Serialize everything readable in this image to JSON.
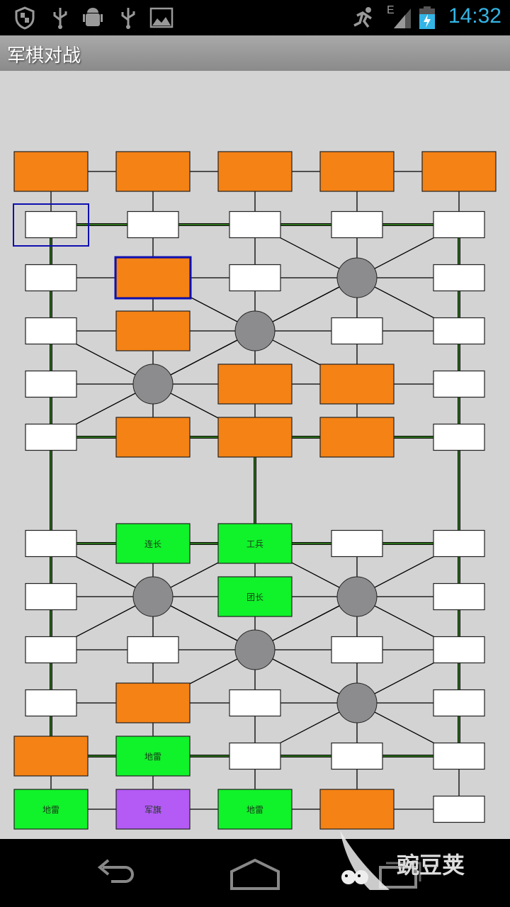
{
  "status_bar": {
    "left_icons": [
      "shield-icon",
      "usb-icon",
      "android-debug-icon",
      "usb-icon",
      "image-icon"
    ],
    "right_icons": [
      "running-man-icon",
      "signal-e-icon",
      "battery-charging-icon"
    ],
    "network_type": "E",
    "time": "14:32"
  },
  "app_bar": {
    "title": "军棋对战"
  },
  "board": {
    "colors": {
      "background": "#d3d3d3",
      "empty_post": "#ffffff",
      "opponent_piece": "#f58214",
      "own_piece": "#10f22a",
      "flag_piece": "#b45af5",
      "camp": "#8c8b8d",
      "selection": "#1010b0",
      "railway": "#2a6e1a",
      "road": "#000000"
    },
    "columns": 5,
    "rows": 12,
    "selected_cell": {
      "row": 1,
      "col": 0
    },
    "highlighted_piece": {
      "row": 2,
      "col": 1
    },
    "cells": [
      [
        {
          "t": "hq",
          "s": "enemy"
        },
        {
          "t": "hq",
          "s": "enemy"
        },
        {
          "t": "hq",
          "s": "enemy"
        },
        {
          "t": "hq",
          "s": "enemy"
        },
        {
          "t": "hq",
          "s": "enemy"
        }
      ],
      [
        {
          "t": "post",
          "s": "empty"
        },
        {
          "t": "post",
          "s": "empty"
        },
        {
          "t": "post",
          "s": "empty"
        },
        {
          "t": "post",
          "s": "empty"
        },
        {
          "t": "post",
          "s": "empty"
        }
      ],
      [
        {
          "t": "post",
          "s": "empty"
        },
        {
          "t": "post",
          "s": "enemy"
        },
        {
          "t": "post",
          "s": "empty"
        },
        {
          "t": "camp",
          "s": "empty"
        },
        {
          "t": "post",
          "s": "empty"
        }
      ],
      [
        {
          "t": "post",
          "s": "empty"
        },
        {
          "t": "post",
          "s": "enemy"
        },
        {
          "t": "camp",
          "s": "empty"
        },
        {
          "t": "post",
          "s": "empty"
        },
        {
          "t": "post",
          "s": "empty"
        }
      ],
      [
        {
          "t": "post",
          "s": "empty"
        },
        {
          "t": "camp",
          "s": "empty"
        },
        {
          "t": "post",
          "s": "enemy"
        },
        {
          "t": "post",
          "s": "enemy"
        },
        {
          "t": "post",
          "s": "empty"
        }
      ],
      [
        {
          "t": "post",
          "s": "empty"
        },
        {
          "t": "post",
          "s": "enemy"
        },
        {
          "t": "post",
          "s": "enemy"
        },
        {
          "t": "post",
          "s": "enemy"
        },
        {
          "t": "post",
          "s": "empty"
        }
      ],
      [
        {
          "t": "post",
          "s": "empty"
        },
        {
          "t": "post",
          "s": "own",
          "label": "连长"
        },
        {
          "t": "post",
          "s": "own",
          "label": "工兵"
        },
        {
          "t": "post",
          "s": "empty"
        },
        {
          "t": "post",
          "s": "empty"
        }
      ],
      [
        {
          "t": "post",
          "s": "empty"
        },
        {
          "t": "camp",
          "s": "empty"
        },
        {
          "t": "post",
          "s": "own",
          "label": "团长"
        },
        {
          "t": "camp",
          "s": "empty"
        },
        {
          "t": "post",
          "s": "empty"
        }
      ],
      [
        {
          "t": "post",
          "s": "empty"
        },
        {
          "t": "post",
          "s": "empty"
        },
        {
          "t": "camp",
          "s": "empty"
        },
        {
          "t": "post",
          "s": "empty"
        },
        {
          "t": "post",
          "s": "empty"
        }
      ],
      [
        {
          "t": "post",
          "s": "empty"
        },
        {
          "t": "post",
          "s": "enemy"
        },
        {
          "t": "post",
          "s": "empty"
        },
        {
          "t": "camp",
          "s": "empty"
        },
        {
          "t": "post",
          "s": "empty"
        }
      ],
      [
        {
          "t": "post",
          "s": "enemy"
        },
        {
          "t": "post",
          "s": "own",
          "label": "地雷"
        },
        {
          "t": "post",
          "s": "empty"
        },
        {
          "t": "post",
          "s": "empty"
        },
        {
          "t": "post",
          "s": "empty"
        }
      ],
      [
        {
          "t": "hq",
          "s": "own",
          "label": "地雷"
        },
        {
          "t": "hq",
          "s": "flag",
          "label": "军旗"
        },
        {
          "t": "hq",
          "s": "own",
          "label": "地雷"
        },
        {
          "t": "hq",
          "s": "enemy"
        },
        {
          "t": "hq",
          "s": "empty"
        }
      ]
    ]
  },
  "nav_bar": {
    "buttons": [
      "back-icon",
      "home-icon",
      "recent-apps-icon"
    ]
  },
  "watermark": {
    "text": "豌豆荚"
  }
}
